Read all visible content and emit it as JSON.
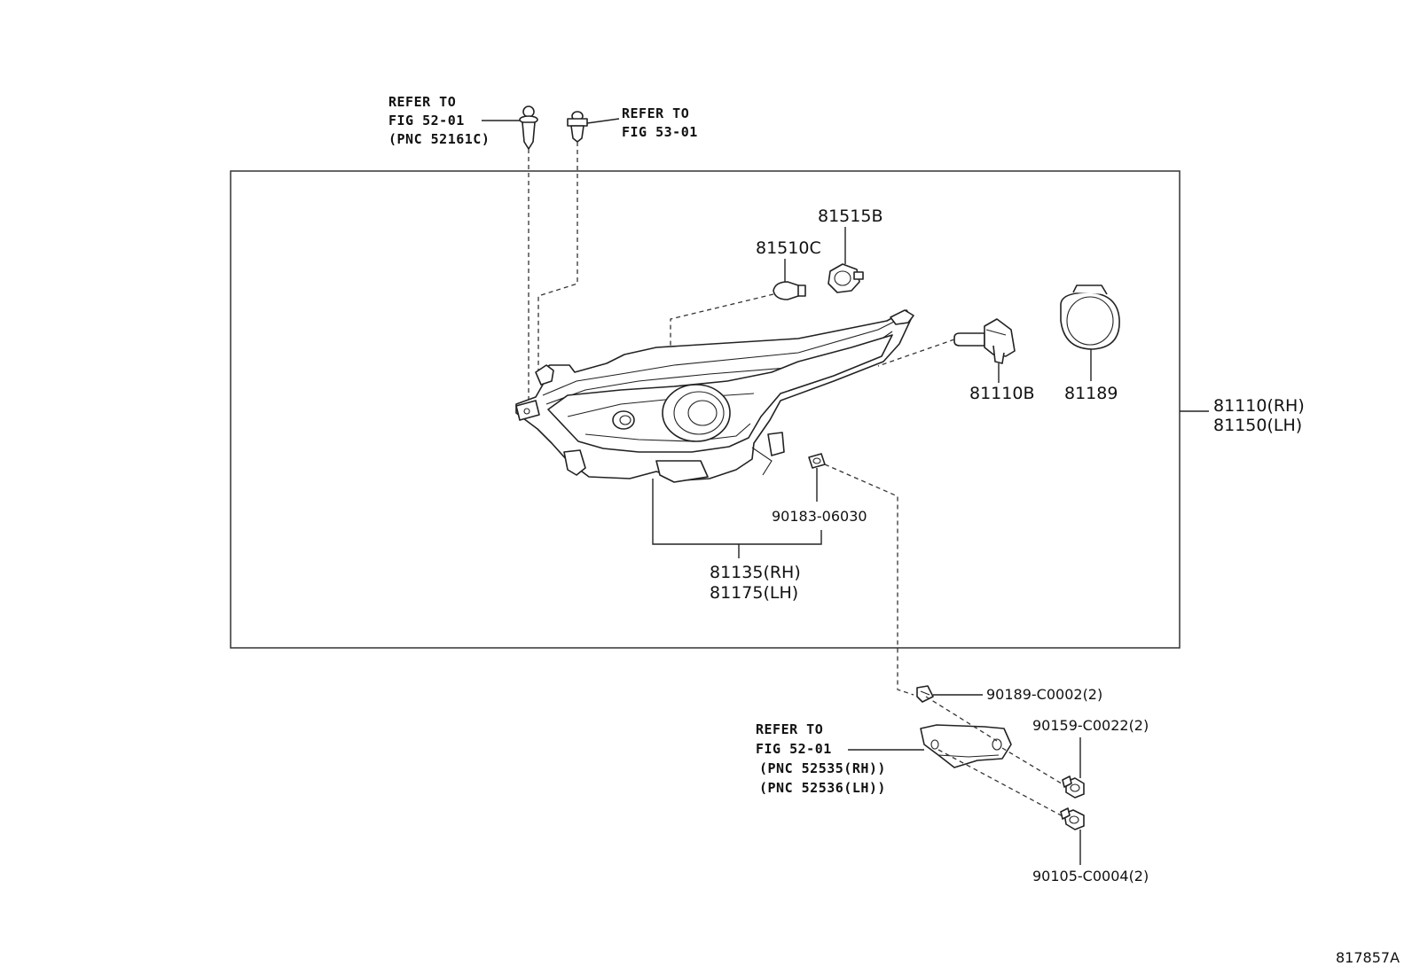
{
  "labels": {
    "refer_top_left": [
      "REFER TO",
      "FIG 52-01",
      "(PNC 52161C)"
    ],
    "refer_top_right": [
      "REFER TO",
      "FIG 53-01"
    ],
    "p81515b": "81515B",
    "p81510c": "81510C",
    "p81110b": "81110B",
    "p81189": "81189",
    "assembly": [
      "81110(RH)",
      "81150(LH)"
    ],
    "p90183": "90183-06030",
    "p81135": [
      "81135(RH)",
      "81175(LH)"
    ],
    "p90189": "90189-C0002(2)",
    "p90159": "90159-C0022(2)",
    "refer_bottom": [
      "REFER TO",
      "FIG 52-01",
      "(PNC 52535(RH))",
      "(PNC 52536(LH))"
    ],
    "p90105": "90105-C0004(2)",
    "figure_id": "817857A"
  }
}
